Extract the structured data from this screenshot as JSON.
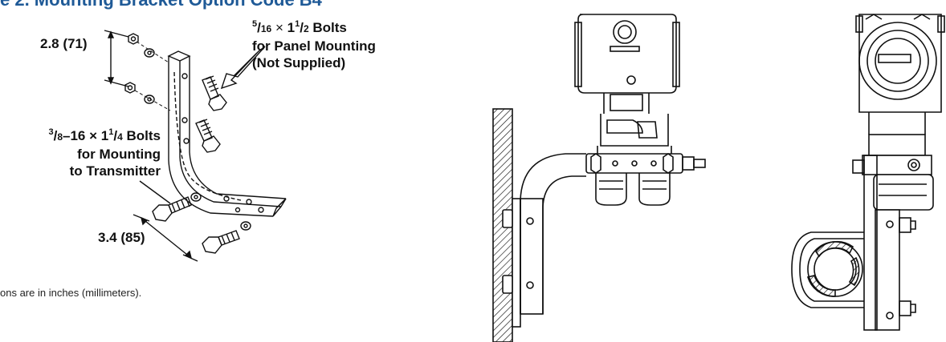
{
  "figure": {
    "title": "e 2. Mounting Bracket Option Code B4",
    "note": "ons are in inches (millimeters)."
  },
  "dimensions": {
    "vertical": "2.8 (71)",
    "horizontal": "3.4 (85)"
  },
  "callouts": {
    "panel_bolts": {
      "num": "5",
      "den": "16",
      "times": "×",
      "whole": "1",
      "frac_num": "1",
      "frac_den": "2",
      "word": "Bolts",
      "line2": "for Panel Mounting",
      "line3": "(Not Supplied)"
    },
    "transmitter_bolts": {
      "num": "3",
      "den": "8",
      "thread": "–16 × 1",
      "frac_num": "1",
      "frac_den": "4",
      "word": "Bolts",
      "line2": "for Mounting",
      "line3": "to Transmitter"
    }
  },
  "colors": {
    "title": "#1f5a97",
    "line": "#111111"
  }
}
